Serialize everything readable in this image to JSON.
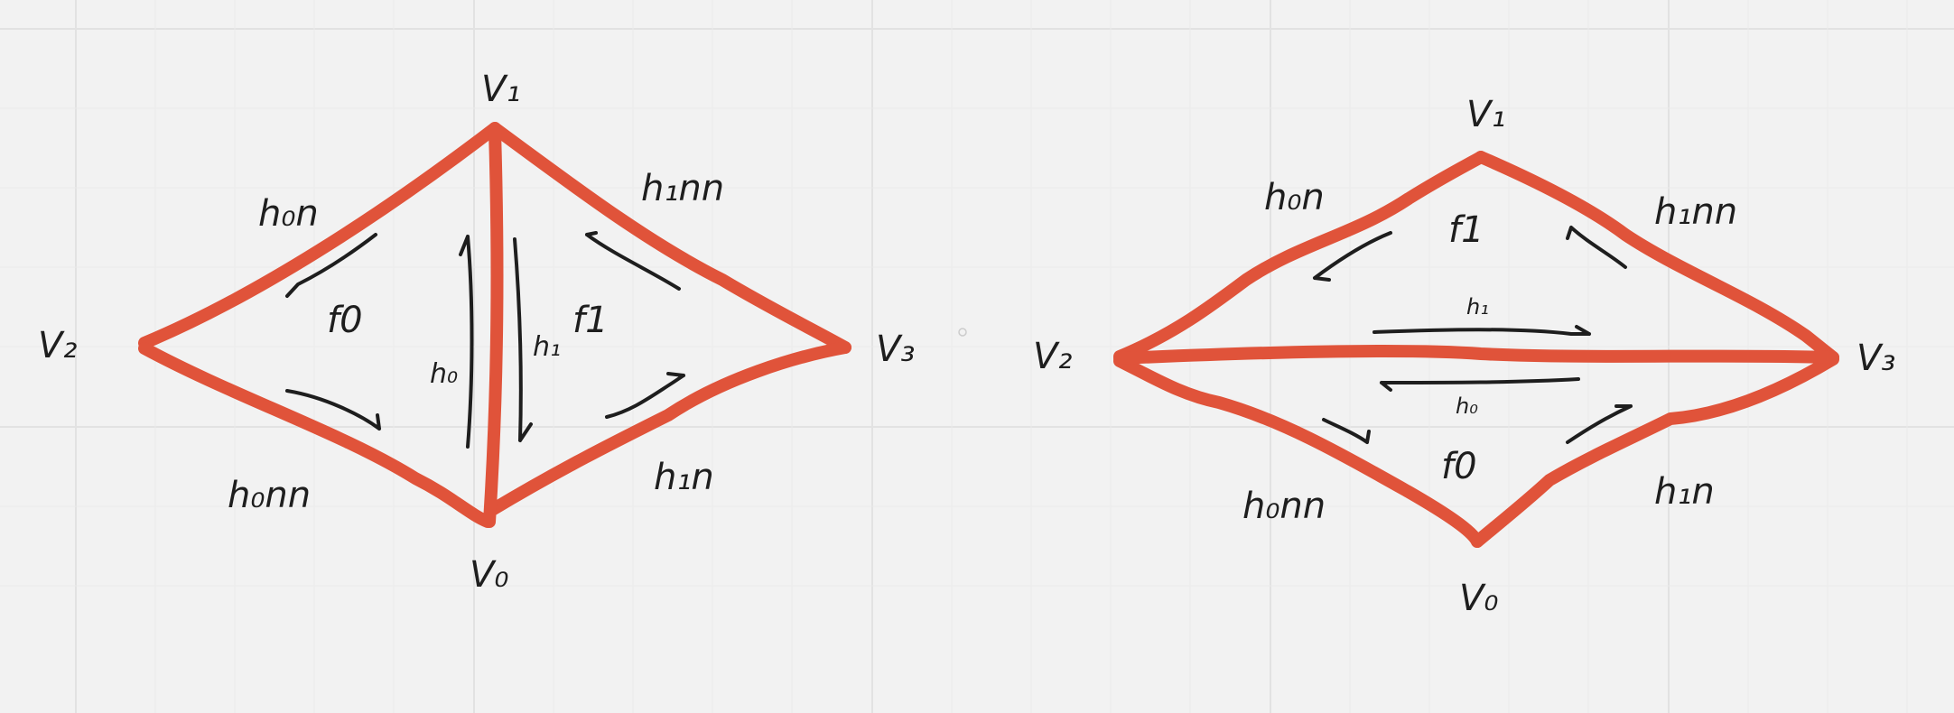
{
  "colors": {
    "background": "#f2f2f2",
    "grid": "#e2e2e2",
    "edge": "#e0533a",
    "ink": "#1e1e1e"
  },
  "left_diagram": {
    "vertices": {
      "v0": "V₀",
      "v1": "V₁",
      "v2": "V₂",
      "v3": "V₃"
    },
    "edges": {
      "h0n": "h₀n",
      "h0nn": "h₀nn",
      "h1nn": "h₁nn",
      "h1n": "h₁n",
      "h0": "h₀",
      "h1": "h₁"
    },
    "faces": {
      "f0": "f0",
      "f1": "f1"
    }
  },
  "right_diagram": {
    "vertices": {
      "v0": "V₀",
      "v1": "V₁",
      "v2": "V₂",
      "v3": "V₃"
    },
    "edges": {
      "h0n": "h₀n",
      "h0nn": "h₀nn",
      "h1nn": "h₁nn",
      "h1n": "h₁n",
      "h0": "h₀",
      "h1": "h₁"
    },
    "faces": {
      "f0": "f0",
      "f1": "f1"
    }
  }
}
